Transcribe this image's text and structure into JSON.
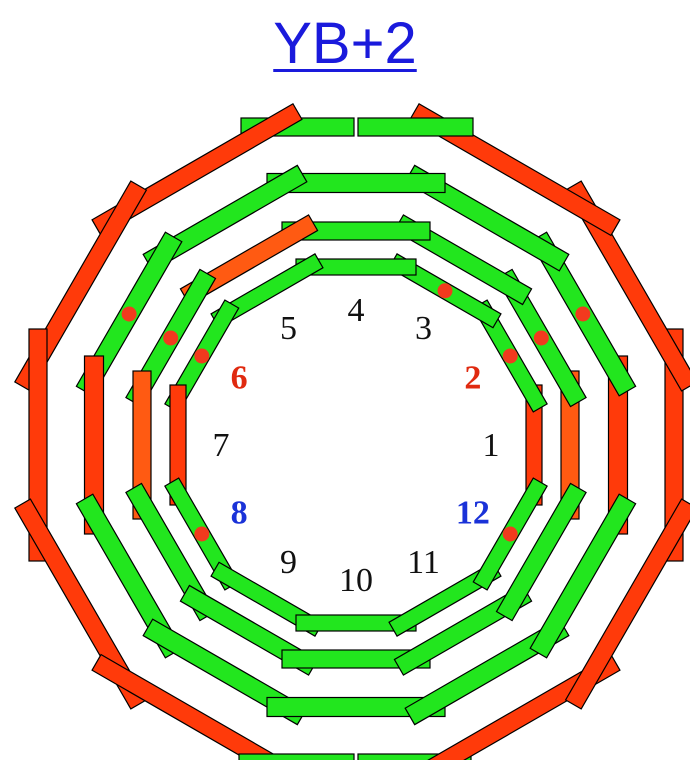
{
  "title": "YB+2",
  "colors": {
    "green": "#22e61e",
    "red": "#ff3a0a",
    "orange": "#ff5a12",
    "dot": "#f23a1e",
    "label_default": "#111111",
    "label_red": "#e02a10",
    "label_blue": "#1a32d8"
  },
  "rings": [
    {
      "name": "ring-1",
      "segments": [
        {
          "sector": "1",
          "color": "red"
        },
        {
          "sector": "2",
          "color": "green",
          "dot": true
        },
        {
          "sector": "3",
          "color": "green",
          "dot": true
        },
        {
          "sector": "4",
          "color": "green"
        },
        {
          "sector": "5",
          "color": "green"
        },
        {
          "sector": "6",
          "color": "green",
          "dot": true
        },
        {
          "sector": "7",
          "color": "red"
        },
        {
          "sector": "8",
          "color": "green",
          "dot": true
        },
        {
          "sector": "9",
          "color": "green"
        },
        {
          "sector": "10",
          "color": "green"
        },
        {
          "sector": "11",
          "color": "green"
        },
        {
          "sector": "12",
          "color": "green",
          "dot": true
        }
      ]
    },
    {
      "name": "ring-2",
      "segments": [
        {
          "sector": "1",
          "color": "orange"
        },
        {
          "sector": "2",
          "color": "green",
          "dot": true
        },
        {
          "sector": "3",
          "color": "green"
        },
        {
          "sector": "4",
          "color": "green"
        },
        {
          "sector": "5",
          "color": "orange"
        },
        {
          "sector": "6",
          "color": "green",
          "dot": true
        },
        {
          "sector": "7",
          "color": "orange"
        },
        {
          "sector": "8",
          "color": "green"
        },
        {
          "sector": "9",
          "color": "green"
        },
        {
          "sector": "10",
          "color": "green"
        },
        {
          "sector": "11",
          "color": "green"
        },
        {
          "sector": "12",
          "color": "green"
        }
      ]
    },
    {
      "name": "ring-3",
      "segments": [
        {
          "sector": "1",
          "color": "red"
        },
        {
          "sector": "2",
          "color": "green",
          "dot": true
        },
        {
          "sector": "3",
          "color": "green"
        },
        {
          "sector": "4",
          "color": "green"
        },
        {
          "sector": "5",
          "color": "green"
        },
        {
          "sector": "6",
          "color": "green",
          "dot": true
        },
        {
          "sector": "7",
          "color": "red"
        },
        {
          "sector": "8",
          "color": "green"
        },
        {
          "sector": "9",
          "color": "green"
        },
        {
          "sector": "10",
          "color": "green"
        },
        {
          "sector": "11",
          "color": "green"
        },
        {
          "sector": "12",
          "color": "green"
        }
      ]
    },
    {
      "name": "ring-4",
      "segments": [
        {
          "sector": "1",
          "color": "red"
        },
        {
          "sector": "2",
          "color": "red"
        },
        {
          "sector": "3",
          "color": "red"
        },
        {
          "sector": "4",
          "color": "green",
          "split": true
        },
        {
          "sector": "5",
          "color": "red"
        },
        {
          "sector": "6",
          "color": "red"
        },
        {
          "sector": "7",
          "color": "red"
        },
        {
          "sector": "8",
          "color": "red"
        },
        {
          "sector": "9",
          "color": "red"
        },
        {
          "sector": "10",
          "color": "green",
          "split": true
        },
        {
          "sector": "11",
          "color": "red"
        },
        {
          "sector": "12",
          "color": "red"
        }
      ]
    }
  ],
  "labels": [
    {
      "text": "1",
      "sector": 1,
      "style": "default"
    },
    {
      "text": "2",
      "sector": 2,
      "style": "red"
    },
    {
      "text": "3",
      "sector": 3,
      "style": "default"
    },
    {
      "text": "4",
      "sector": 4,
      "style": "default"
    },
    {
      "text": "5",
      "sector": 5,
      "style": "default"
    },
    {
      "text": "6",
      "sector": 6,
      "style": "red"
    },
    {
      "text": "7",
      "sector": 7,
      "style": "default"
    },
    {
      "text": "8",
      "sector": 8,
      "style": "blue"
    },
    {
      "text": "9",
      "sector": 9,
      "style": "default"
    },
    {
      "text": "10",
      "sector": 10,
      "style": "default"
    },
    {
      "text": "11",
      "sector": 11,
      "style": "default"
    },
    {
      "text": "12",
      "sector": 12,
      "style": "blue"
    }
  ]
}
